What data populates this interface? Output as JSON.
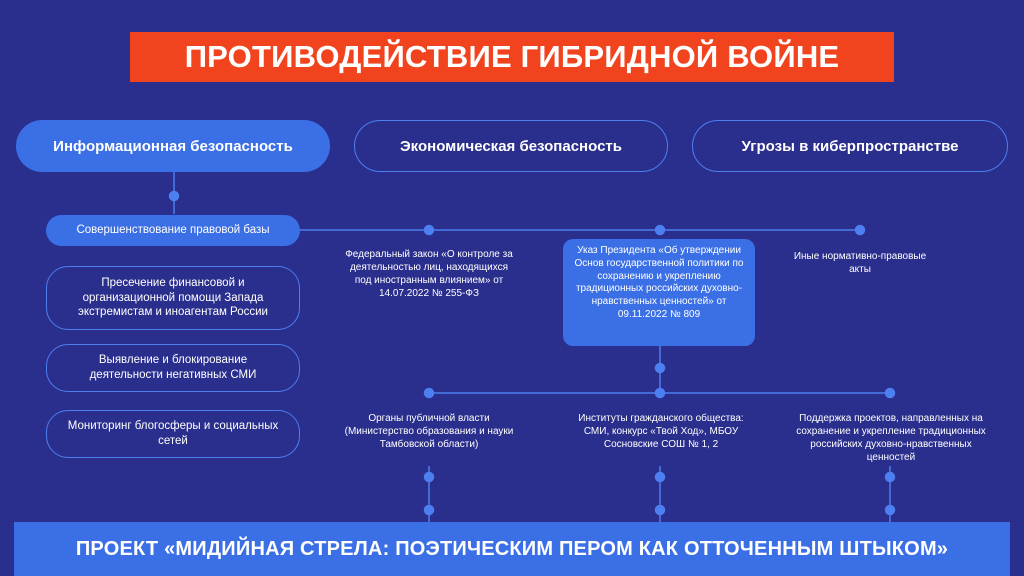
{
  "title": "ПРОТИВОДЕЙСТВИЕ ГИБРИДНОЙ ВОЙНЕ",
  "top_pills": [
    "Информационная безопасность",
    "Экономическая безопасность",
    "Угрозы в киберпространстве"
  ],
  "left_items": [
    "Совершенствование правовой базы",
    "Пресечение финансовой и организационной помощи Запада экстремистам и иноагентам России",
    "Выявление и блокирование деятельности негативных СМИ",
    "Мониторинг блогосферы и социальных сетей"
  ],
  "legal": {
    "federal_law": "Федеральный закон «О контроле за деятельностью лиц, находящихся под иностранным влиянием» от 14.07.2022 № 255-ФЗ",
    "decree": "Указ Президента «Об утверждении Основ государственной политики по сохранению и укреплению традиционных российских духовно-нравственных ценностей» от 09.11.2022 № 809",
    "other_acts": "Иные нормативно-правовые акты"
  },
  "actors": [
    "Органы публичной власти (Министерство образования и науки Тамбовской области)",
    "Институты гражданского общества: СМИ, конкурс «Твой Ход», МБОУ Сосновские СОШ № 1, 2",
    "Поддержка проектов, направленных на сохранение и укрепление традиционных российских духовно-нравственных ценностей"
  ],
  "bottom_banner": "ПРОЕКТ «МИДИЙНАЯ СТРЕЛА: ПОЭТИЧЕСКИМ ПЕРОМ КАК ОТТОЧЕННЫМ ШТЫКОМ»",
  "colors": {
    "background": "#2a2e8c",
    "accent_red": "#f0431e",
    "accent_blue": "#3b6fe6",
    "outline_blue": "#4d7ff0"
  }
}
